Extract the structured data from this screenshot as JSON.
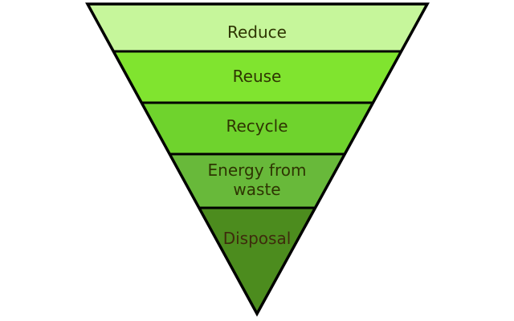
{
  "diagram": {
    "type": "inverted-pyramid",
    "background_color": "#ffffff",
    "outline_color": "#000000",
    "levels": [
      {
        "label": "Reduce",
        "color": "#c6f69b",
        "text_color": "#2e3502"
      },
      {
        "label": "Reuse",
        "color": "#80e42f",
        "text_color": "#2e3502"
      },
      {
        "label": "Recycle",
        "color": "#6fd32d",
        "text_color": "#2e3502"
      },
      {
        "label": "Energy from waste",
        "line1": "Energy from",
        "line2": "waste",
        "color": "#68b93a",
        "text_color": "#2e3502"
      },
      {
        "label": "Disposal",
        "color": "#4c8c1e",
        "text_color": "#3e2b0c"
      }
    ]
  }
}
